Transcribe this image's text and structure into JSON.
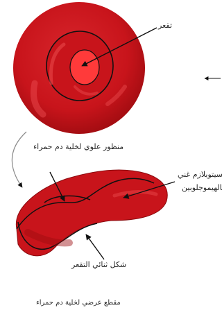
{
  "labels": {
    "hollow": "تقعر",
    "top_view": "منظور علوي لخلية دم حمراء",
    "cytoplasm_line1": "سيتوبلازم غني",
    "cytoplasm_line2": "بالهيموجلوبين",
    "biconcave": "شكل ثنائي التقعر",
    "cross_section": "مقطع عرضي لخلية دم حمراء"
  },
  "colors": {
    "cell_red": "#c8141b",
    "cell_dark": "#9c0c10",
    "highlight": "#e8464a",
    "outline": "#111111"
  }
}
